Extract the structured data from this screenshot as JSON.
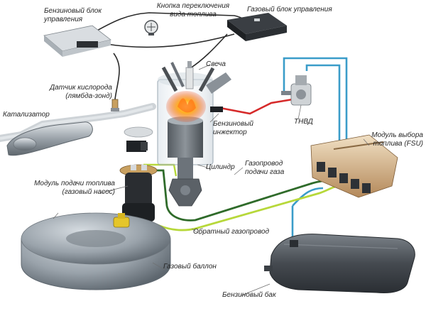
{
  "labels": {
    "petrol_ecu": [
      "Бензиновый блок",
      "управления"
    ],
    "fuel_switch": [
      "Кнопка переключения",
      "вида топлива"
    ],
    "gas_ecu": "Газовый блок управления",
    "spark_plug": "Свеча",
    "oxygen_sensor": [
      "Датчик кислорода",
      "(лямбда-зонд)"
    ],
    "catalyst": "Катализатор",
    "petrol_injector": [
      "Бензиновый",
      "инжектор"
    ],
    "hp_pump": "ТНВД",
    "fsu": [
      "Модуль выбора",
      "топлива (FSU)"
    ],
    "gas_supply_line": [
      "Газопровод",
      "подачи газа"
    ],
    "cylinder": "Цилиндр",
    "fuel_module": [
      "Модуль подачи топлива",
      "(газовый насос)"
    ],
    "return_line": "Обратный газопровод",
    "gas_tank": "Газовый баллон",
    "petrol_tank": "Бензиновый бак"
  },
  "colors": {
    "gas_supply_line": "#2f6b2a",
    "return_line": "#b7d83a",
    "petrol_line": "#3a9cc9",
    "petrol_injector_line": "#d62a2a",
    "wiring": "#2a2a2a",
    "tank_body": "#9aa3ab",
    "petrol_tank_body": "#4a4f55",
    "fsu_body": "#c8a070"
  }
}
